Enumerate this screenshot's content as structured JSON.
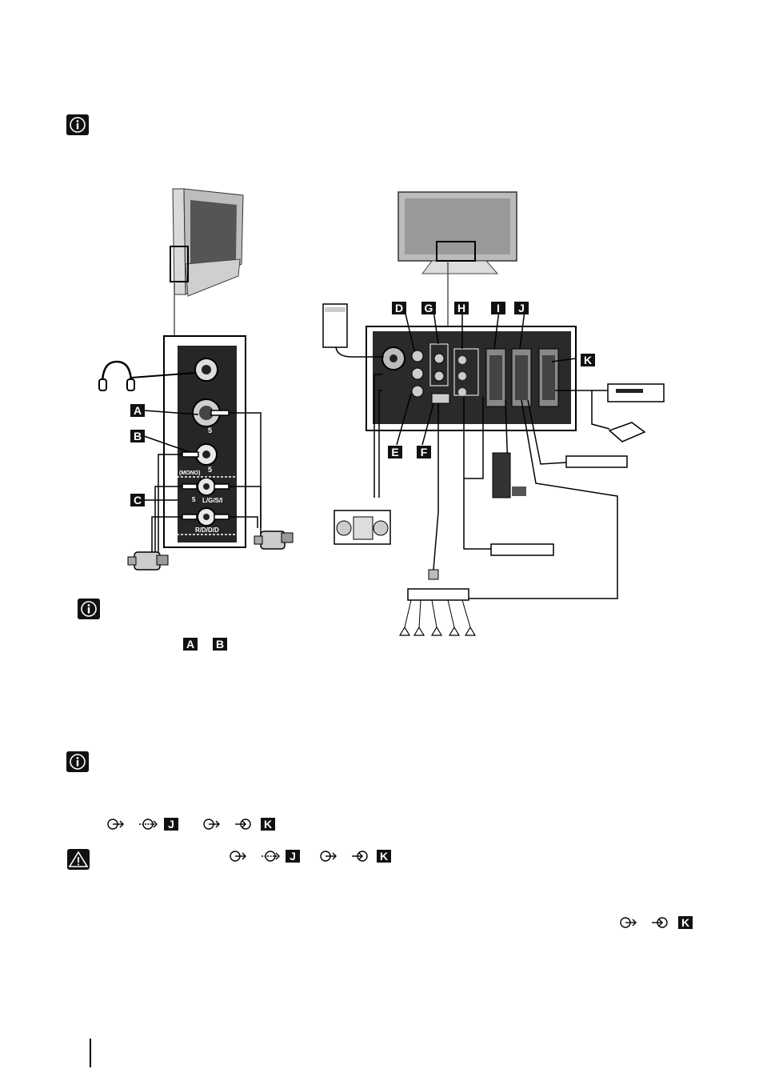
{
  "labels": {
    "a": "A",
    "b": "B",
    "c": "C",
    "d": "D",
    "e": "E",
    "f": "F",
    "g": "G",
    "h": "H",
    "i": "I",
    "j": "J",
    "k": "K"
  },
  "panel": {
    "input_5": "5",
    "mono": "(MONO)",
    "left_audio": "L/G/S/I",
    "right_audio": "R/D/D/D"
  },
  "notes": {
    "ref_a": "A",
    "ref_b": "B",
    "row1_j": "J",
    "row1_k": "K",
    "row2_j": "J",
    "row2_k": "K",
    "row3_k": "K"
  },
  "icons": {
    "info": "info-icon",
    "warning": "warning-icon",
    "output": "scart-output-icon",
    "input": "scart-input-icon",
    "smartlink": "smartlink-icon"
  }
}
